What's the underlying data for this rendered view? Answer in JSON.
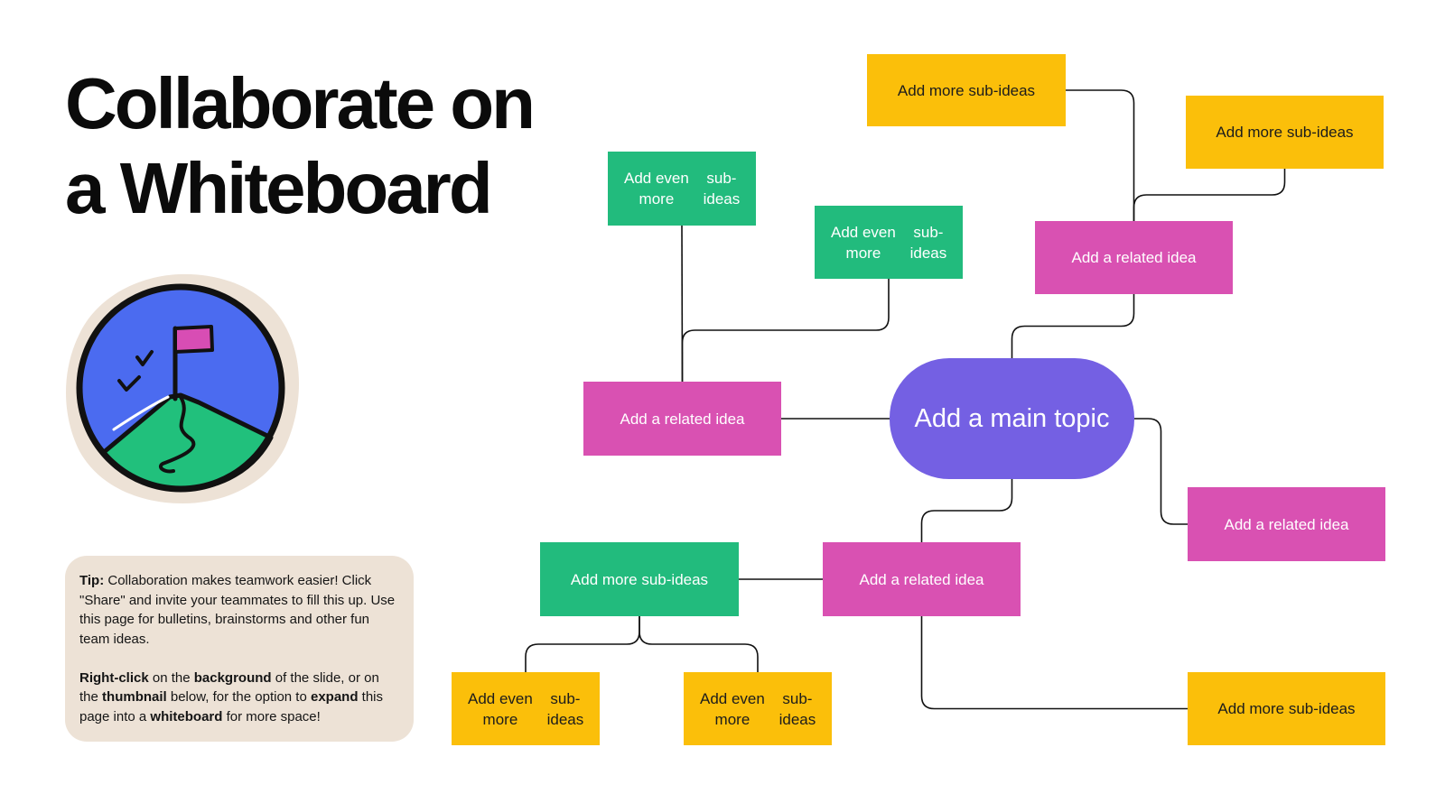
{
  "title": {
    "line1": "Collaborate on",
    "line2": "a Whiteboard"
  },
  "emblem": {
    "icon": "mountain-flag-icon",
    "colors": {
      "sky": "#4b6bf0",
      "hill": "#21c07c",
      "flag": "#d84db4",
      "halo": "#ede2d6"
    }
  },
  "tip": {
    "p1": [
      {
        "text": "Tip:",
        "bold": true
      },
      {
        "text": " Collaboration makes teamwork easier! Click \"Share\" and invite your teammates to fill this up. Use this page for bulletins, brainstorms and other fun team ideas.",
        "bold": false
      }
    ],
    "p2": [
      {
        "text": "Right-click",
        "bold": true
      },
      {
        "text": " on the ",
        "bold": false
      },
      {
        "text": "background",
        "bold": true
      },
      {
        "text": " of the slide, or on the ",
        "bold": false
      },
      {
        "text": "thumbnail",
        "bold": true
      },
      {
        "text": " below, for the option to ",
        "bold": false
      },
      {
        "text": "expand",
        "bold": true
      },
      {
        "text": " this page into a ",
        "bold": false
      },
      {
        "text": "whiteboard",
        "bold": true
      },
      {
        "text": " for more space!",
        "bold": false
      }
    ]
  },
  "mindmap": {
    "colors": {
      "main": "#7460e3",
      "related": "#d951b2",
      "green": "#22bb7d",
      "yellow": "#fbbf0a",
      "line": "#111111"
    },
    "main_topic": {
      "label": "Add a main topic"
    },
    "nodes": {
      "top_yellow_1": {
        "lines": [
          "Add more sub-ideas"
        ]
      },
      "top_yellow_2": {
        "lines": [
          "Add more sub-ideas"
        ]
      },
      "related_top": {
        "lines": [
          "Add a related idea"
        ]
      },
      "green_top_1": {
        "lines": [
          "Add even more",
          "sub-ideas"
        ]
      },
      "green_top_2": {
        "lines": [
          "Add even more",
          "sub-ideas"
        ]
      },
      "related_left": {
        "lines": [
          "Add a related idea"
        ]
      },
      "related_right": {
        "lines": [
          "Add a related idea"
        ]
      },
      "related_bottom": {
        "lines": [
          "Add a related idea"
        ]
      },
      "green_bottom": {
        "lines": [
          "Add more sub-ideas"
        ]
      },
      "yellow_bottom_1": {
        "lines": [
          "Add even more",
          "sub-ideas"
        ]
      },
      "yellow_bottom_2": {
        "lines": [
          "Add even more",
          "sub-ideas"
        ]
      },
      "yellow_bottom_right": {
        "lines": [
          "Add more sub-ideas"
        ]
      }
    },
    "edges": [
      [
        "main_topic",
        "related_top"
      ],
      [
        "related_top",
        "top_yellow_1"
      ],
      [
        "related_top",
        "top_yellow_2"
      ],
      [
        "main_topic",
        "related_left"
      ],
      [
        "related_left",
        "green_top_1"
      ],
      [
        "related_left",
        "green_top_2"
      ],
      [
        "main_topic",
        "related_right"
      ],
      [
        "main_topic",
        "related_bottom"
      ],
      [
        "related_bottom",
        "green_bottom"
      ],
      [
        "related_bottom",
        "yellow_bottom_right"
      ],
      [
        "green_bottom",
        "yellow_bottom_1"
      ],
      [
        "green_bottom",
        "yellow_bottom_2"
      ]
    ]
  }
}
